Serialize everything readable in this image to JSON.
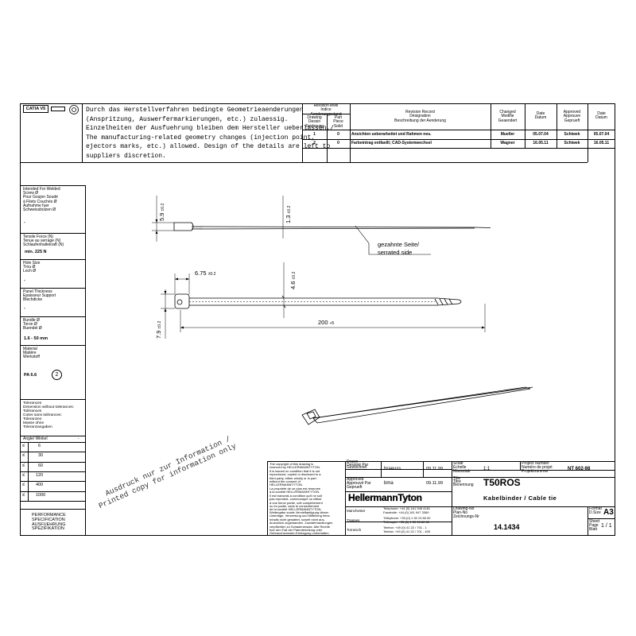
{
  "header": {
    "catia_label": "CATIA V5",
    "note": "Durch das Herstellverfahren bedingte Geometrieaenderungen\n(Anspritzung, Auswerfermarkierungen, etc.) zulaessig.\nEinzelheiten der Ausfuehrung bleiben dem Hersteller ueberlassen./\nThe manufacturing-related geometry changes (injection point,\nejectors marks, etc.) allowed. Design of the details are left to\nsuppliers discretion."
  },
  "revision": {
    "level_header": "Revision level\nIndice\nAenderungsstand",
    "drawing_header": "Drawing\nDessin\nZeichnung",
    "part_header": "Part\nPiece\nSolid",
    "record_header": "Revision Record\nDésignation\nBeschreibung der Aenderung",
    "changed_header": "Changed\nModifie\nGeaendert",
    "date_header": "Date\nDatum",
    "approved_header": "Approved\nApprouve\nGeprueft",
    "date2_header": "Date\nDatum",
    "rows": [
      {
        "drawing": "1",
        "part": "0",
        "record": "Ansichten ueberarbeitet und Rahmen neu.",
        "changed": "Mueller",
        "date": "05.07.04",
        "approved": "Schiwek",
        "date2": "05.07.04"
      },
      {
        "drawing": "2",
        "part": "0",
        "record": "Farbeintrag entfaellt; CAD-Systemwechsel",
        "changed": "Wagner",
        "date": "16.05.11",
        "approved": "Schiwek",
        "date2": "16.05.11"
      }
    ]
  },
  "sidebar": {
    "welded_screw": "Intended For Welded\nScrew Ø\nPour Goujon Soudé\nà Filets Couchés Ø\nAufnahme fuer\nSchweissbolzen  Ø",
    "welded_value": "-",
    "tensile": "Tensile Force (N)\nTenue au serrage (N)\nSchlaufenhaltekraft (N)",
    "tensile_value": "min. 225 N",
    "hole": "Hole Size\nTrou  Ø\nLoch  Ø",
    "hole_value": "-",
    "panel": "Panel Thickness\nEpaisseur Support\nBlechdicke",
    "panel_value": "-",
    "bundle": "Bundle  Ø\nToron  Ø\nBuendel  Ø",
    "bundle_value": "1.6 - 50 mm",
    "material": "Material\nMatière\nWerkstoff",
    "material_value": "PA 6.6",
    "material_mark": "2",
    "tolerances": "Tolerances\nDimension without tolerances:\nTolérances\nCotes sans tolérances:\nToleranzen\nMasse ohne\nToleranzangaben",
    "angle_label": "Angle/ Winkel",
    "angle_value": "-",
    "tol_rows": [
      {
        "sym": "≤",
        "val": "6"
      },
      {
        "sym": "≤",
        "val": "30"
      },
      {
        "sym": "≤",
        "val": "60"
      },
      {
        "sym": "≤",
        "val": "120"
      },
      {
        "sym": "≤",
        "val": "400"
      },
      {
        "sym": "≤",
        "val": "1000"
      }
    ],
    "performance": "PERFORMANCE\nSPECIFICATION\nAUSFUEHRUNG\nSPEZIFIKATION"
  },
  "drawing": {
    "dim_width": "5.9",
    "dim_width_tol": "±0.2",
    "dim_thickness": "1.3",
    "dim_thickness_tol": "±0.2",
    "serrated_label_de": "gezahnte Seite/",
    "serrated_label_en": "serrated side",
    "dim_head": "6.75",
    "dim_head_tol": "±0.2",
    "dim_head_h": "4.6",
    "dim_head_h_tol": "±0.2",
    "dim_total_h": "7.9",
    "dim_total_h_tol": "±0.2",
    "dim_length": "200",
    "dim_length_tol": "+5",
    "watermark_de": "Ausdruck nur zur Information /",
    "watermark_en": "Printed copy for information only"
  },
  "title_block": {
    "copyright": "The copyright of this drawing is\nreserved by HELLERMANNTYTON.\nIt is issued on condition that it is not\nreproduced, copied or disclosed to a\nthird party, either wholly or in part\nwithout the consent of\nHELLERMANNTYTON.",
    "copyright_fr": "La propriété de ce plan est réservée\nà la société HELLERMANNTYTON.\nIl est transmis à condition qu'il ne soit\npas reproduit, communiqué ou utilisé\nà une tierce partie, soit complètement\nou en partie, sans le consentement\nde la société HELLERMANNTYTON.",
    "copyright_de": "Weitergabe sowie Vervielfaeltigung dieser\nUnterlage, Verwertung und Mitteilung ihres\nInhalts nicht gestattet, soweit nicht aus-\ndruecklich zugestanden. Zuwiderhandlungen\nverpflichten zu Schadenersatz. Alle Rechte\nfuer den Fall der Patenterteilung oder\nGebrauchsmuster-Eintragung vorbehalten.",
    "drawn_label": "Drawn\nDessiné Par\nGezeichnet",
    "drawn_by": "braeuss",
    "drawn_date": "09.11.99",
    "approved_label": "Approved\nApprouvé Par\nGeprueft",
    "approved_by": "bma",
    "approved_date": "09.11.99",
    "scale_label": "Scale\nEchelle\nMassstab",
    "scale": "1:1",
    "project_label": "Project Number\nNuméro de projet\nProjektnummer",
    "project": "NT 602-98",
    "title_label": "Title\nTitre\nBenennung",
    "part_number": "T50ROS",
    "description": "Kabelbinder / Cable tie",
    "logo": "HellermannTyton",
    "locations": [
      {
        "city": "Manchester",
        "phone": "Telephone:  +44 (0) 161 945 4181\nFacsimile:   +44 (0) 161 947 3369"
      },
      {
        "city": "Trappes",
        "phone": "Téléphone:  +33 (0) 1 30 13 80 00\nTélécopie:  +33 (0) 1 30 13 80 80"
      },
      {
        "city": "Tornesch",
        "phone": "Telefon:      +49 (0) 41 22 / 701 - 1\nTelefax:       +49 (0) 41 22 / 701 - 400"
      }
    ],
    "drawing_no_label": "Drawing-No\nPlan-No\nZeichnungs-Nr",
    "drawing_no": "14.1434",
    "format_label": "Format\nD.Size",
    "format": "A3",
    "sheet_label": "Sheet\nPage\nBlatt",
    "sheet": "1 / 1"
  }
}
